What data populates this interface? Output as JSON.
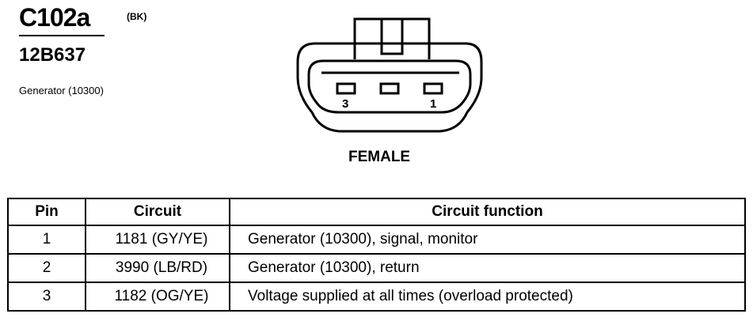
{
  "connector": {
    "id": "C102a",
    "color_code": "(BK)",
    "part_number": "12B637",
    "component": "Generator (10300)",
    "gender": "FEMALE",
    "face_pin_labels": [
      "3",
      "1"
    ]
  },
  "table": {
    "headers": [
      "Pin",
      "Circuit",
      "Circuit function"
    ],
    "rows": [
      {
        "pin": "1",
        "circuit": "1181 (GY/YE)",
        "function": "Generator (10300), signal, monitor"
      },
      {
        "pin": "2",
        "circuit": "3990 (LB/RD)",
        "function": "Generator (10300), return"
      },
      {
        "pin": "3",
        "circuit": "1182 (OG/YE)",
        "function": "Voltage supplied at all times (overload protected)"
      }
    ]
  }
}
